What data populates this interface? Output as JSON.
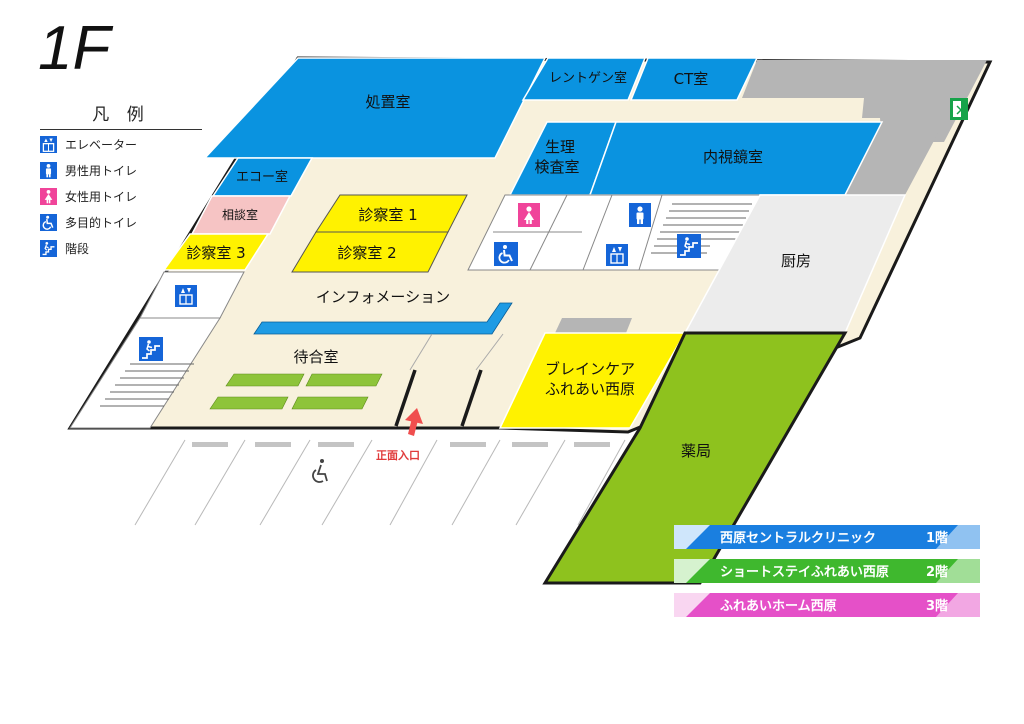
{
  "floor_title": "1F",
  "legend": {
    "title": "凡 例",
    "items": [
      {
        "icon": "elevator-icon",
        "label": "エレベーター"
      },
      {
        "icon": "male-toilet-icon",
        "label": "男性用トイレ"
      },
      {
        "icon": "female-toilet-icon",
        "label": "女性用トイレ"
      },
      {
        "icon": "accessible-toilet-icon",
        "label": "多目的トイレ"
      },
      {
        "icon": "stairs-icon",
        "label": "階段"
      }
    ]
  },
  "rooms": {
    "treatment": "処置室",
    "xray": "レントゲン室",
    "ct": "CT室",
    "echo": "エコー室",
    "physio_line1": "生理",
    "physio_line2": "検査室",
    "endoscopy": "内視鏡室",
    "consult": "相談室",
    "exam1": "診察室 1",
    "exam2": "診察室 2",
    "exam3": "診察室 3",
    "kitchen": "厨房",
    "information": "インフォメーション",
    "waiting": "待合室",
    "brain_line1": "ブレインケア",
    "brain_line2": "ふれあい西原",
    "pharmacy": "薬局",
    "entrance": "正面入口"
  },
  "floor_links": [
    {
      "name": "西原セントラルクリニック",
      "floor": "1階",
      "color": "#1a7fe0",
      "light": "#cfe6fb"
    },
    {
      "name": "ショートステイふれあい西原",
      "floor": "2階",
      "color": "#3fb82e",
      "light": "#d6f2cf"
    },
    {
      "name": "ふれあいホーム西原",
      "floor": "3階",
      "color": "#e550c8",
      "light": "#f9d6f1"
    }
  ],
  "colors": {
    "blue_room": "#0a93e0",
    "yellow_room": "#fff200",
    "corridor": "#f8f1dc",
    "pink_room": "#f6c4c4",
    "gray_room": "#b5b5b5",
    "green_room": "#8ec21e",
    "sign_blue": "#1565d8",
    "sign_pink": "#f0449a",
    "arrow": "#f04e4e"
  }
}
